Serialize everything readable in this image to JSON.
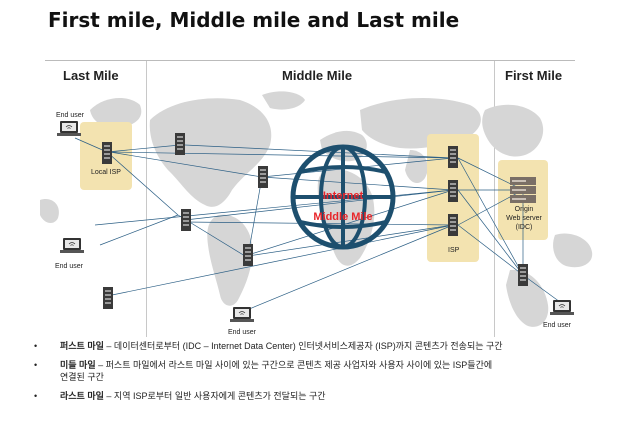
{
  "title": "First mile, Middle mile and Last mile",
  "columns": {
    "last_mile": "Last Mile",
    "middle_mile": "Middle Mile",
    "first_mile": "First Mile"
  },
  "labels": {
    "end_user": "End user",
    "local_isp": "Local ISP",
    "isp": "ISP",
    "origin_line1": "Origin",
    "origin_line2": "Web server",
    "origin_line3": "(IDC)",
    "internet_line1": "Internet",
    "internet_line2": "Middle Mile"
  },
  "bullets": [
    {
      "term": "퍼스트 마일",
      "text": " – 데이터센터로부터 (IDC – Internet Data Center) 인터넷서비스제공자 (ISP)까지 콘텐츠가 전송되는 구간"
    },
    {
      "term": "미들 마일",
      "text": " – 퍼스트 마일에서 라스트 마일 사이에 있는 구간으로 콘텐츠 제공 사업자와 사용자 사이에 있는 ISP들간에",
      "text2": "연결된 구간"
    },
    {
      "term": "라스트 마일",
      "text": " – 지역 ISP로부터 일반 사용자에게 콘텐츠가 전달되는 구간"
    }
  ],
  "colors": {
    "globe": "#1d4f6e",
    "link": "#2c5f85",
    "highlight": "#f3e3b0",
    "map": "#d6d6d6",
    "internet_text": "#e8262a"
  }
}
